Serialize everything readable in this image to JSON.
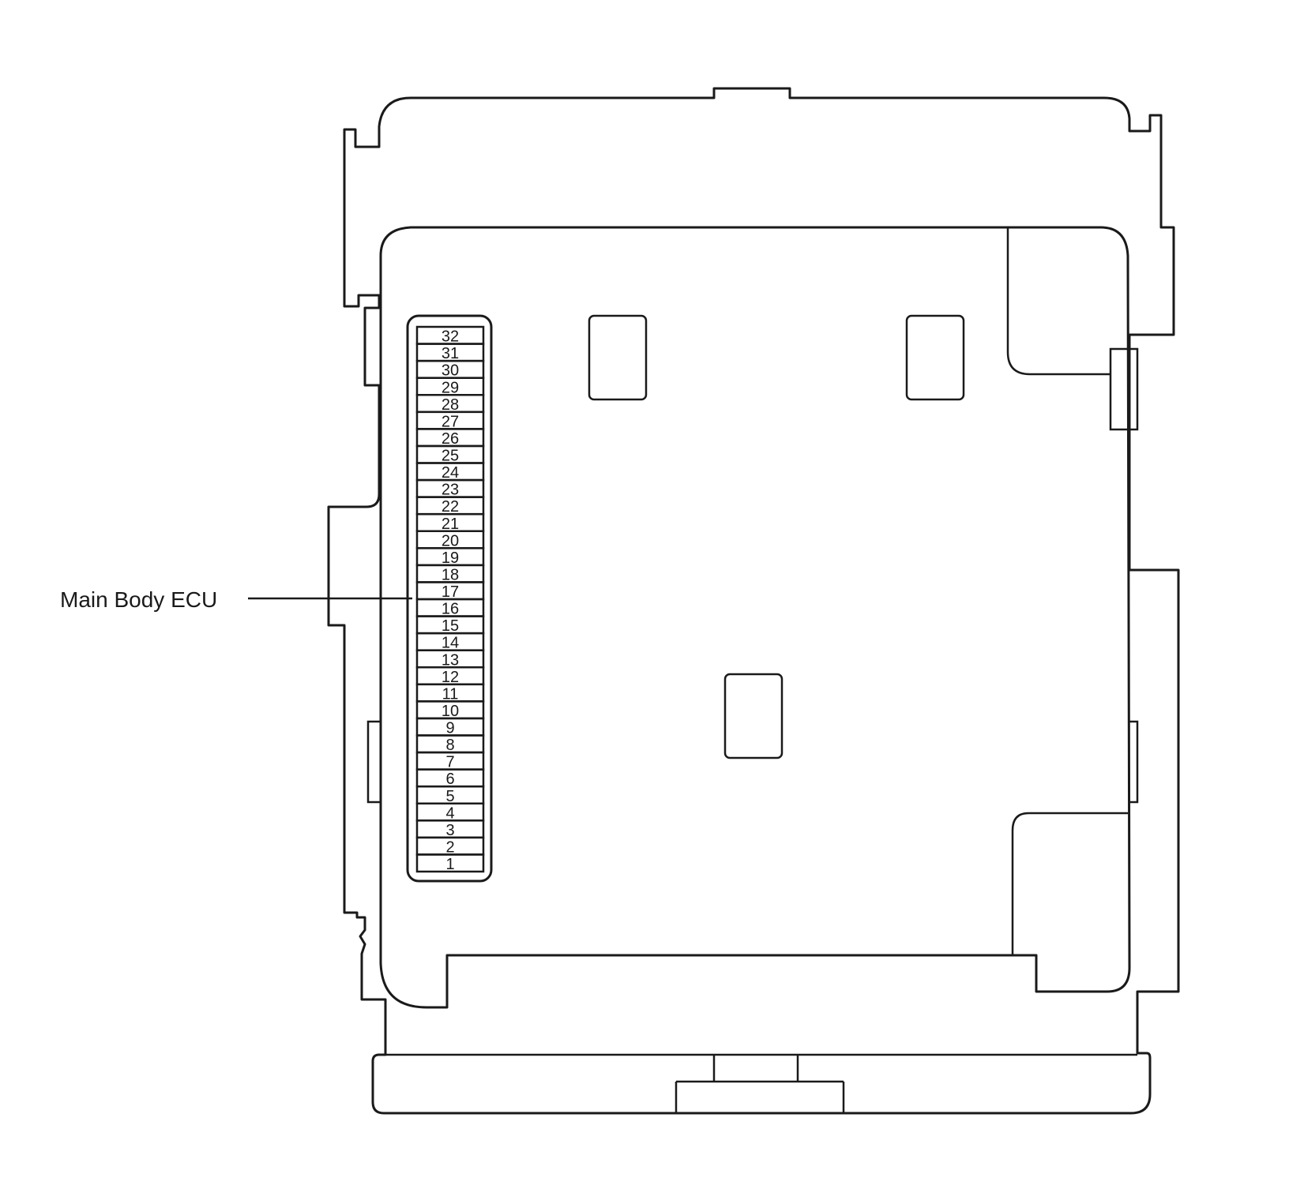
{
  "callout": {
    "label": "Main Body ECU"
  },
  "connector": {
    "pins": [
      "32",
      "31",
      "30",
      "29",
      "28",
      "27",
      "26",
      "25",
      "24",
      "23",
      "22",
      "21",
      "20",
      "19",
      "18",
      "17",
      "16",
      "15",
      "14",
      "13",
      "12",
      "11",
      "10",
      "9",
      "8",
      "7",
      "6",
      "5",
      "4",
      "3",
      "2",
      "1"
    ]
  },
  "colors": {
    "line": "#1a1a1a",
    "background": "#ffffff"
  }
}
